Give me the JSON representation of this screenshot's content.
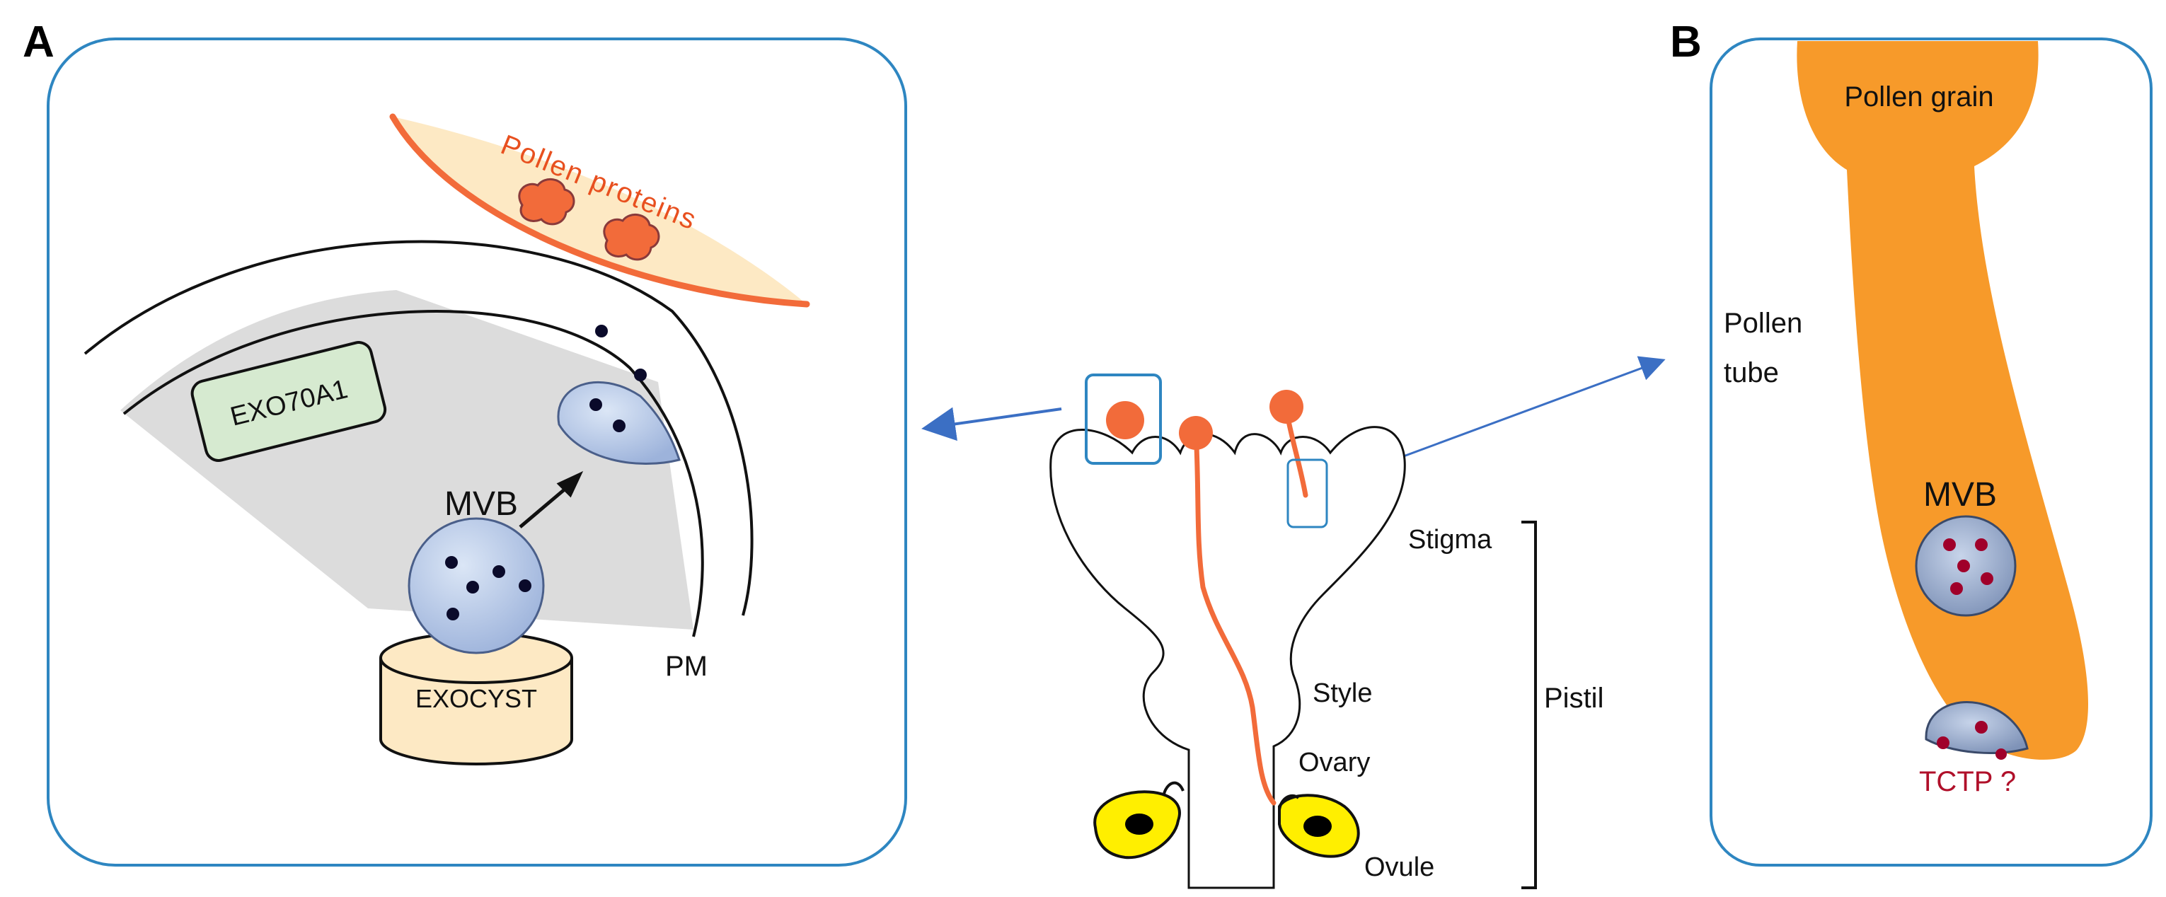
{
  "panel_a": {
    "letter": "A",
    "pollen_proteins": "Pollen proteins",
    "exo70a1": "EXO70A1",
    "mvb": "MVB",
    "exocyst": "EXOCYST",
    "pm": "PM"
  },
  "pistil": {
    "stigma": "Stigma",
    "style": "Style",
    "ovary": "Ovary",
    "ovule": "Ovule",
    "pistil": "Pistil"
  },
  "panel_b": {
    "letter": "B",
    "pollen_grain": "Pollen grain",
    "pollen_tube_line1": "Pollen",
    "pollen_tube_line2": "tube",
    "mvb": "MVB",
    "tctp": "TCTP  ?"
  },
  "colors": {
    "panel_border": "#2e86c1",
    "pollen_orange": "#f7941d",
    "pollen_tube_orange": "#f79a2a",
    "pollen_red": "#f26b3a",
    "vesicle_blue": "#b7c9e8",
    "cargo_red": "#a0002a",
    "label_orange": "#e8501f",
    "tctp_red": "#b0102a",
    "exocyst_fill": "#fde9c4",
    "exo70_fill": "#d6ead0",
    "ovule_yellow": "#ffef00",
    "cell_grey": "#dcdcdc"
  }
}
